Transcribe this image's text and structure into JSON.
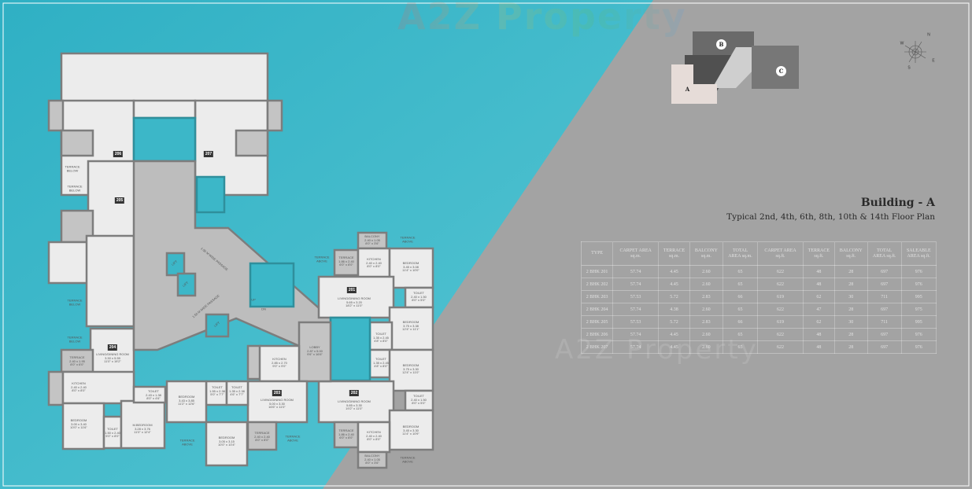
{
  "watermark": "A2Z Property",
  "heading": {
    "title": "Building - A",
    "subtitle": "Typical 2nd, 4th, 6th, 8th, 10th & 14th Floor Plan"
  },
  "key_plan": {
    "buildings": [
      "A",
      "B",
      "C"
    ],
    "compass": [
      "N",
      "E",
      "S",
      "W"
    ]
  },
  "colors": {
    "teal": "#3cb7c8",
    "gray_bg": "#a3a3a3",
    "room": "#ececec",
    "wall": "#7d7d7d"
  },
  "table": {
    "headers": [
      [
        "TYPE",
        ""
      ],
      [
        "CARPET AREA",
        "sq.m."
      ],
      [
        "TERRACE",
        "sq.m."
      ],
      [
        "BALCONY",
        "sq.m."
      ],
      [
        "TOTAL",
        "AREA sq.m."
      ],
      [
        "CARPET AREA",
        "sq.ft."
      ],
      [
        "TERRACE",
        "sq.ft."
      ],
      [
        "BALCONY",
        "sq.ft."
      ],
      [
        "TOTAL",
        "AREA sq.ft."
      ],
      [
        "SALEABLE",
        "AREA sq.ft."
      ]
    ],
    "rows": [
      [
        "2 BHK 201",
        "57.74",
        "4.45",
        "2.60",
        "65",
        "622",
        "48",
        "28",
        "697",
        "976"
      ],
      [
        "2 BHK 202",
        "57.74",
        "4.45",
        "2.60",
        "65",
        "622",
        "48",
        "28",
        "697",
        "976"
      ],
      [
        "2 BHK 203",
        "57.53",
        "5.72",
        "2.83",
        "66",
        "619",
        "62",
        "30",
        "711",
        "995"
      ],
      [
        "2 BHK 204",
        "57.74",
        "4.38",
        "2.60",
        "65",
        "622",
        "47",
        "28",
        "697",
        "975"
      ],
      [
        "2 BHK 205",
        "57.53",
        "5.72",
        "2.83",
        "66",
        "619",
        "62",
        "30",
        "711",
        "995"
      ],
      [
        "2 BHK 206",
        "57.74",
        "4.45",
        "2.60",
        "65",
        "622",
        "48",
        "28",
        "697",
        "976"
      ],
      [
        "2 BHK 207",
        "57.74",
        "4.45",
        "2.60",
        "65",
        "622",
        "48",
        "28",
        "697",
        "976"
      ]
    ]
  },
  "plan": {
    "units": [
      "201",
      "202",
      "203",
      "204",
      "205",
      "206",
      "207"
    ],
    "rooms": [
      "BALCONY\n2.40 x 1.05\n8'0\" x 3'6\"",
      "TERRACE\n1.86 x 2.40\n6'0\" x 8'0\"",
      "KITCHEN\n2.40 x 2.40\n8'0\" x 8'0\"",
      "BEDROOM\n3.45 x 3.08\n11'4\" x 10'0\"",
      "LIVING/DINING ROOM\n5.65 x 3.20\n18'2\" x 11'0\"",
      "TOILET\n2.40 x 1.50\n8'0\" x 5'0\"",
      "BEDROOM\n3.75 x 3.38\n12'4\" x 11'1\"",
      "TOILET\n1.35 x 2.45\n4'8\" x 8'0\"",
      "TOILET\n1.35 x 2.45\n4'8\" x 8'0\"",
      "BEDROOM\n3.75 x 3.30\n12'4\" x 11'0\"",
      "TOILET\n2.40 x 1.50\n8'0\" x 5'0\"",
      "LIVING/DINING ROOM\n5.85 x 3.30\n19'2\" x 11'0\"",
      "BEDROOM\n3.45 x 3.30\n11'4\" x 10'9\"",
      "TERRACE\n1.86 x 2.40\n6'0\" x 8'0\"",
      "KITCHEN\n2.40 x 2.40\n8'0\" x 8'0\"",
      "BALCONY\n2.40 x 1.05\n8'0\" x 3'6\"",
      "LOBBY\n2.87 x 5.00\n9'6\" x 16'6\"",
      "KITCHEN\n2.85 x 2.70\n9'0\" x 9'0\"",
      "LIVING/DINING ROOM\n5.00 x 3.30\n16'6\" x 11'0\"",
      "TOILET\n1.55 x 2.38\n5'0\" x 7'7\"",
      "TOILET\n1.35 x 2.38\n4'6\" x 7'7\"",
      "BEDROOM\n3.43 x 3.85\n11'2\" x 12'6\"",
      "BEDROOM\n3.05 x 3.15\n10'0\" x 10'4\"",
      "TERRACE\n2.40 x 2.40\n8'0\" x 8'0\"",
      "LIVING/DINING ROOM\n3.30 x 5.59\n11'0\" x 19'2\"",
      "TERRACE\n2.40 x 1.95\n8'0\" x 6'0\"",
      "KITCHEN\n2.40 x 2.40\n8'0\" x 8'0\"",
      "TOILET\n2.43 x 1.38\n8'0\" x 4'6\"",
      "BEDROOM\n3.00 x 3.40\n10'0\" x 11'6\"",
      "TOILET\n1.50 x 2.40\n5'0\" x 8'0\"",
      "M.BEDROOM\n3.28 x 3.76\n11'0\" x 12'4\"",
      "TERRACE\nABOVE",
      "TERRACE\nABOVE",
      "TERRACE\nABOVE",
      "TERRACE\nABOVE",
      "TERRACE\nABOVE",
      "TERRACE\nBELOW",
      "TERRACE\nBELOW",
      "TERRACE\nBELOW",
      "TERRACE\nBELOW",
      "1.50 M WIDE PASSAGE",
      "1.50 M WIDE PASSAGE",
      "LIFT",
      "LIFT",
      "LIFT",
      "UP",
      "DN"
    ]
  }
}
